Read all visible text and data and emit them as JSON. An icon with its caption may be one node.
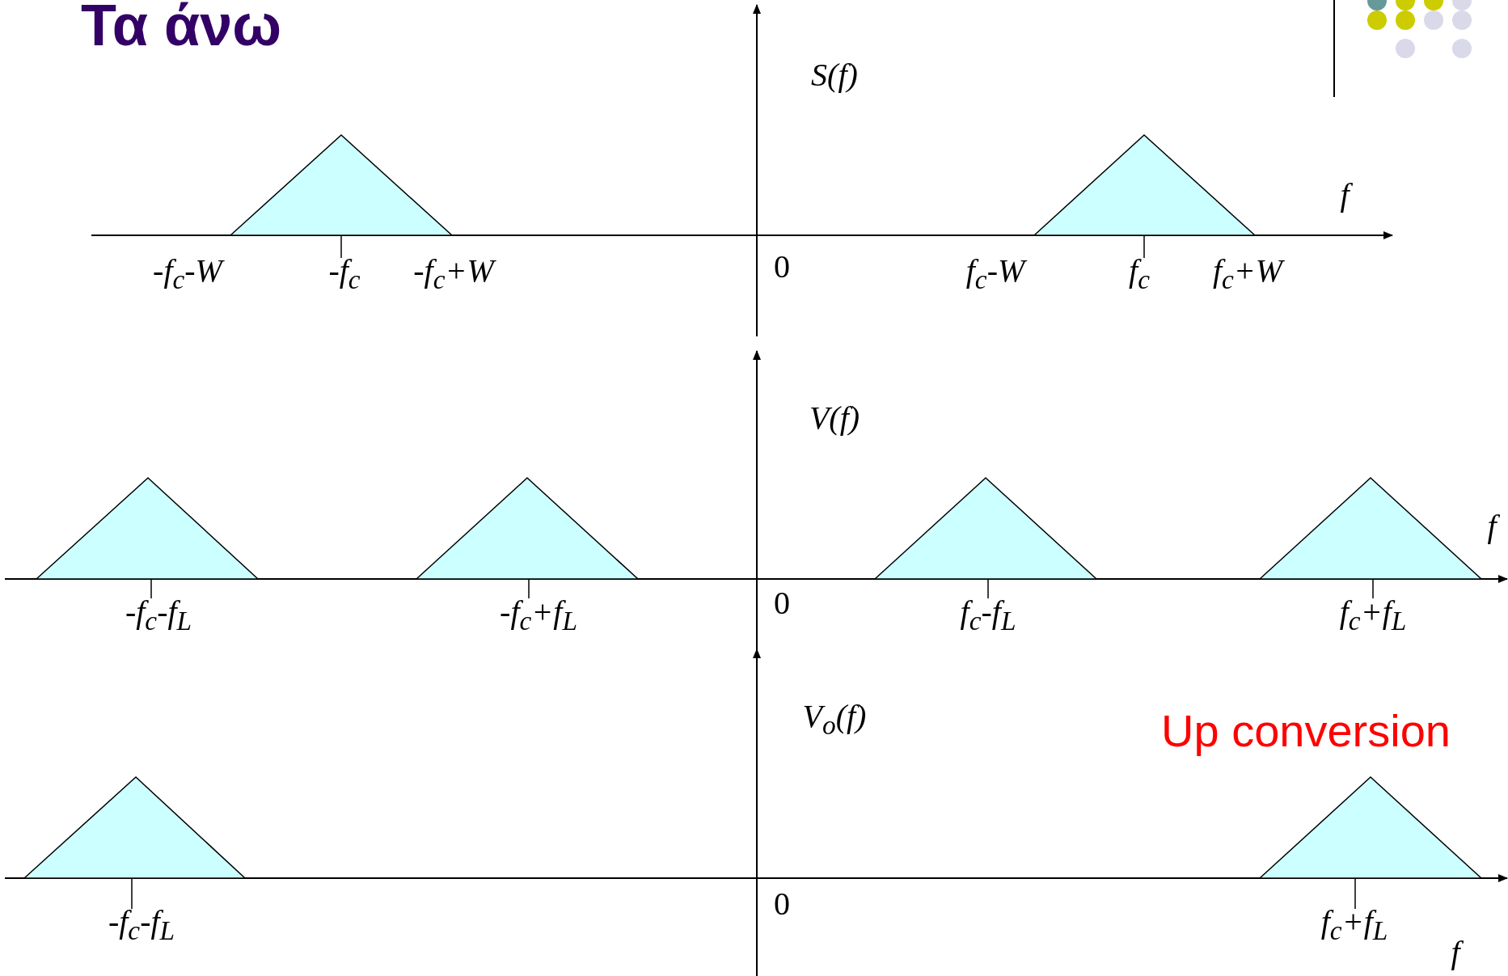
{
  "diagram": {
    "title": "Τα άνω",
    "labels": [
      "S(f)",
      "f",
      "-f$_{c}$-W",
      "-f$_{c}$",
      "-f$_{c}$+W",
      "0",
      "f$_{c}$-W",
      "f$_{c}$",
      "f$_{c}$+W",
      "V(f)",
      "f",
      "-f$_{c}$-f$_{L}$",
      "-f$_{c}$+f$_{L}$",
      "0",
      "f$_{c}$-f$_{L}$",
      "f$_{c}$+f$_{L}$",
      "V$_{o}$(f)",
      "Up conversion",
      "-f$_{c}$-f$_{L}$",
      "0",
      "f$_{c}$+f$_{L}$",
      "f"
    ]
  }
}
